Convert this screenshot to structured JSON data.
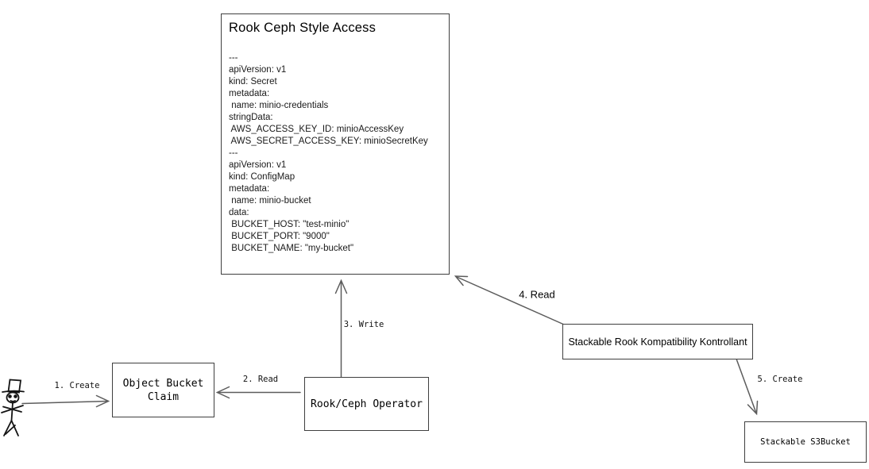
{
  "diagram": {
    "main_box": {
      "title": "Rook Ceph Style Access",
      "yaml": "---\napiVersion: v1\nkind: Secret\nmetadata:\n name: minio-credentials\nstringData:\n AWS_ACCESS_KEY_ID: minioAccessKey\n AWS_SECRET_ACCESS_KEY: minioSecretKey\n---\napiVersion: v1\nkind: ConfigMap\nmetadata:\n name: minio-bucket\ndata:\n BUCKET_HOST: \"test-minio\"\n BUCKET_PORT: \"9000\"\n BUCKET_NAME: \"my-bucket\""
    },
    "nodes": [
      {
        "id": "object-bucket-claim",
        "label": "Object Bucket Claim"
      },
      {
        "id": "rook-ceph-operator",
        "label": "Rook/Ceph Operator"
      },
      {
        "id": "stackable-rook-kompatibility-kontrollant",
        "label": "Stackable Rook Kompatibility Kontrollant"
      },
      {
        "id": "stackable-s3bucket",
        "label": "Stackable S3Bucket"
      }
    ],
    "edges": [
      {
        "label": "1. Create",
        "from": "user-actor",
        "to": "object-bucket-claim"
      },
      {
        "label": "2. Read",
        "from": "rook-ceph-operator",
        "to": "object-bucket-claim"
      },
      {
        "label": "3. Write",
        "from": "rook-ceph-operator",
        "to": "rook-ceph-style-access"
      },
      {
        "label": "4. Read",
        "from": "stackable-rook-kompatibility-kontrollant",
        "to": "rook-ceph-style-access"
      },
      {
        "label": "5. Create",
        "from": "stackable-rook-kompatibility-kontrollant",
        "to": "stackable-s3bucket"
      }
    ],
    "actor": {
      "icon": "stick-figure-top-hat-icon"
    },
    "colors": {
      "background": "#ffffff",
      "box_stroke": "#3f3f3f",
      "arrow_stroke": "#5c5c5c",
      "text": "#000000"
    }
  }
}
